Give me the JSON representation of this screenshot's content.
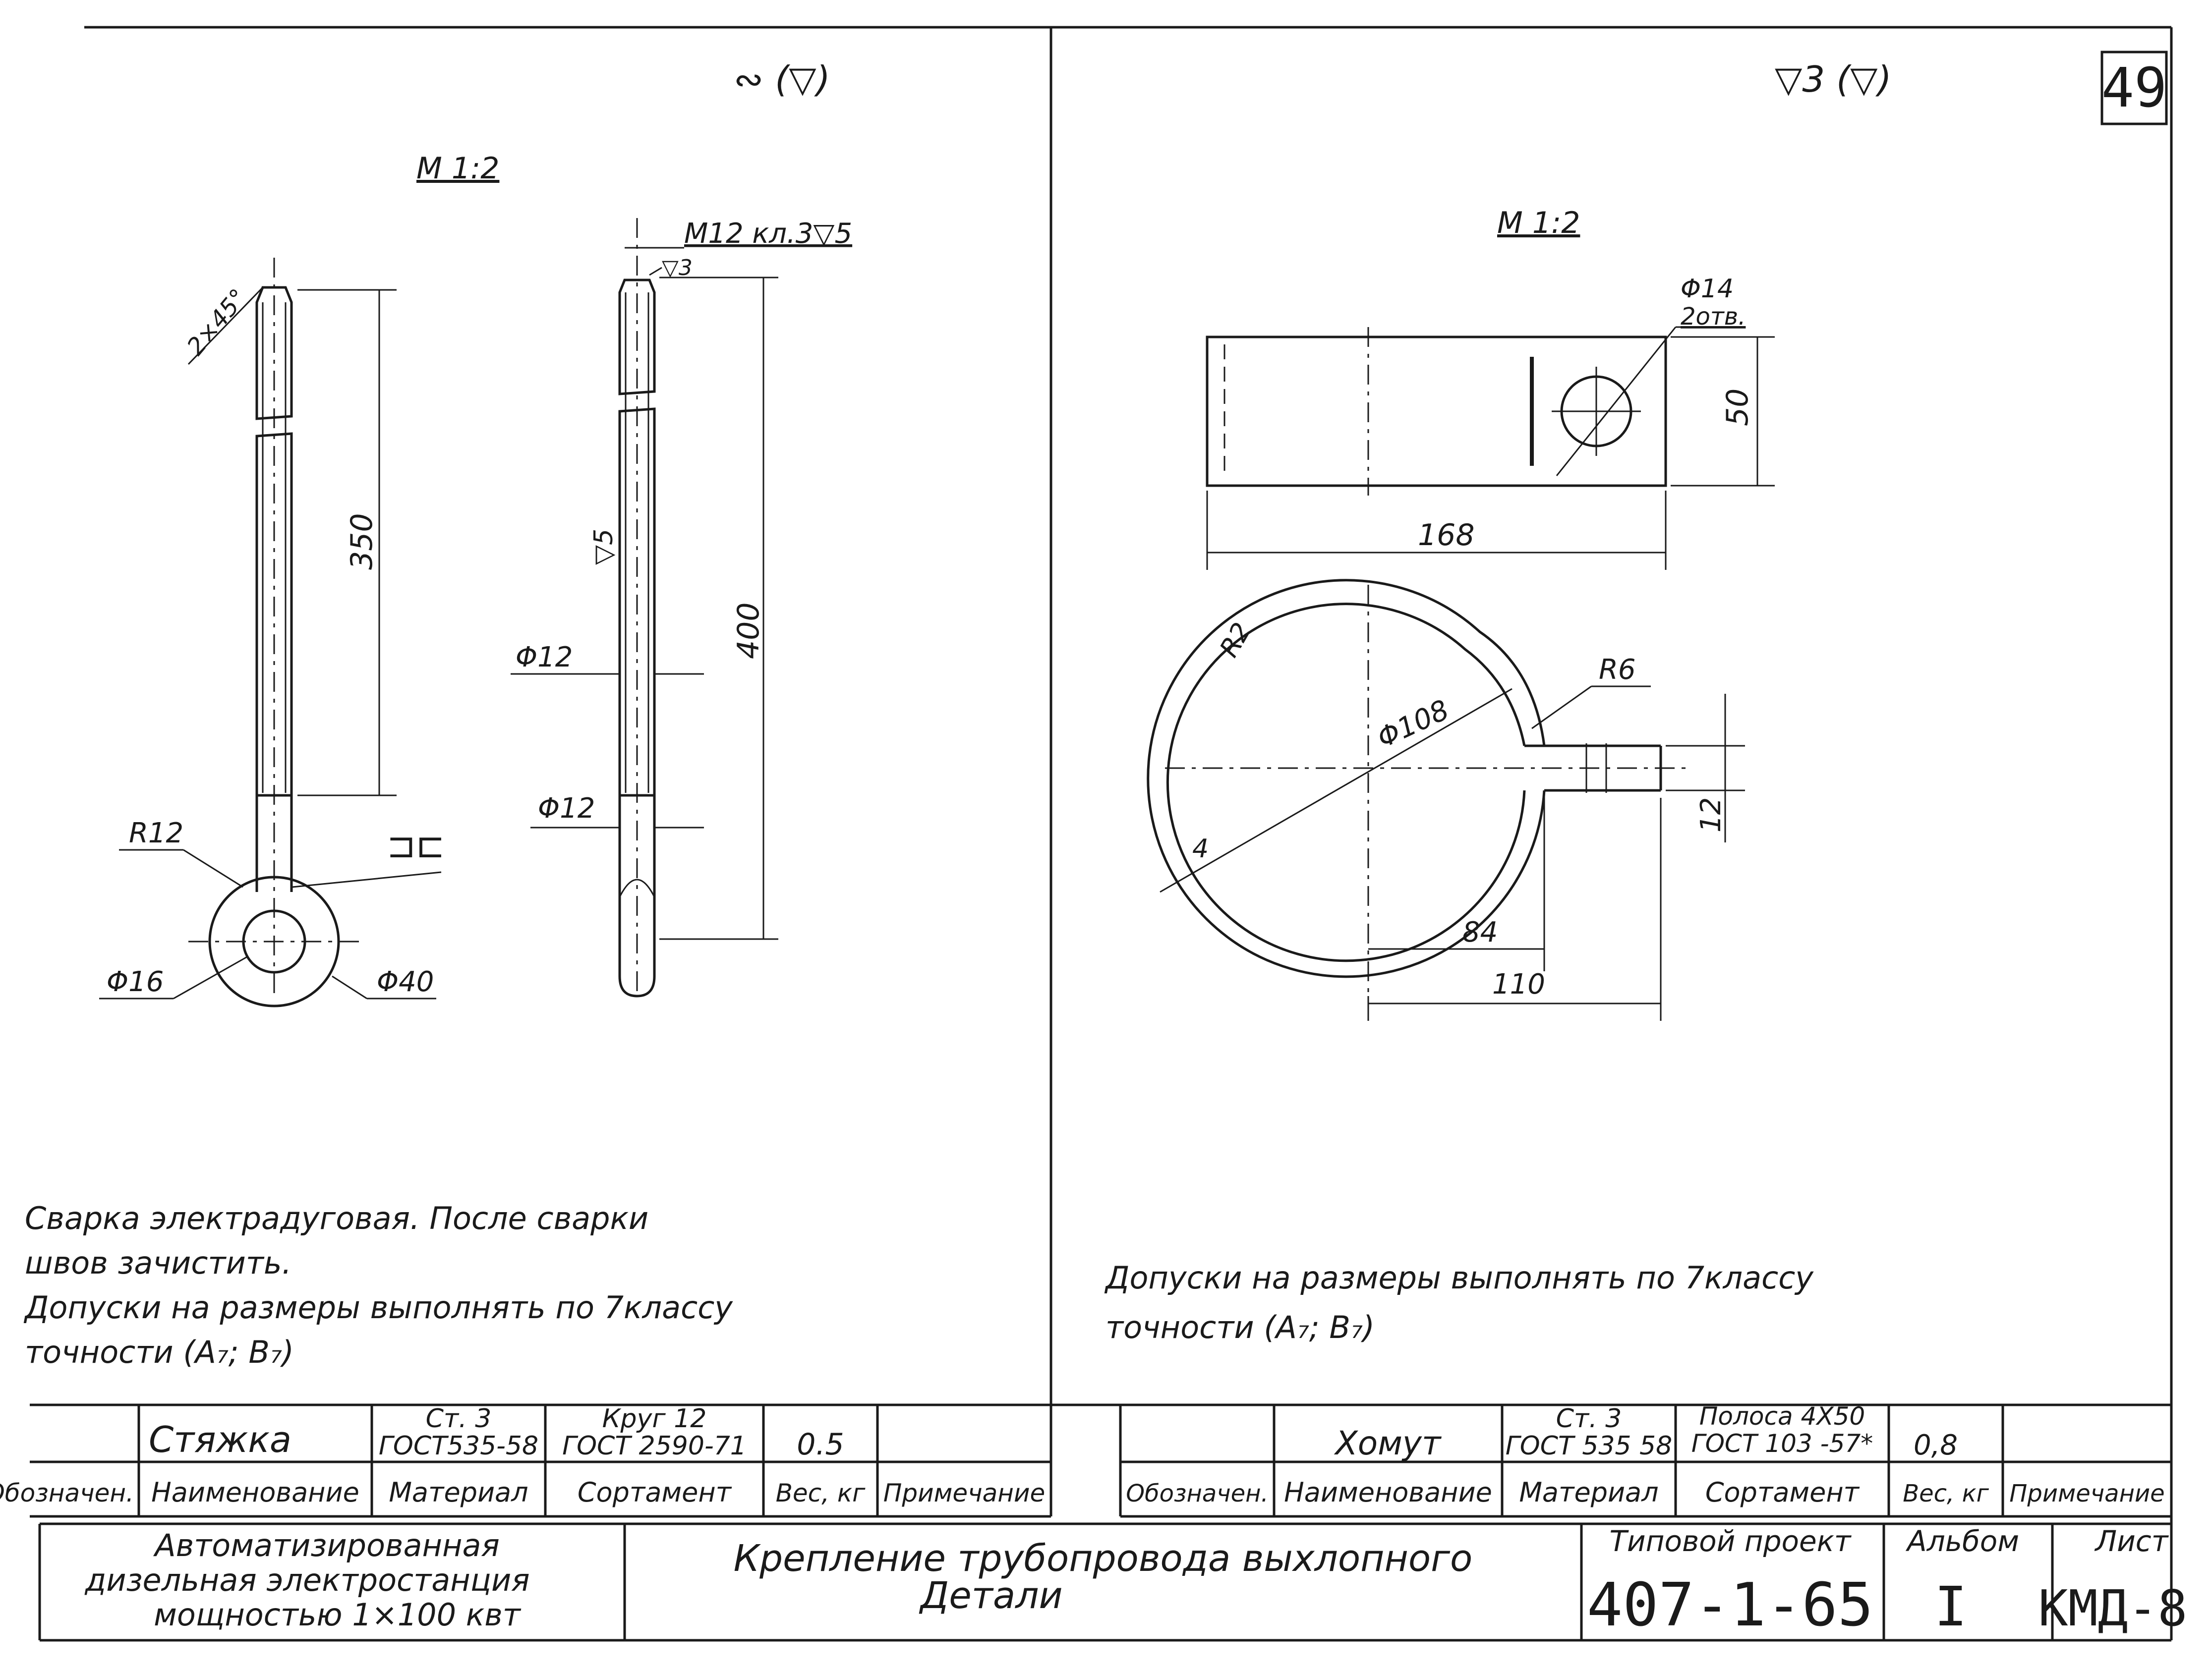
{
  "sheet_number": "49",
  "left_drawing": {
    "surface_mark": "∾ (▽)",
    "scale": "М 1:2",
    "dims": {
      "chamfer": "2×45°",
      "len350": "350",
      "thread": "М12 кл.3▽5",
      "tri3": "▽3",
      "tri5": "▽5",
      "len400": "400",
      "d12a": "Φ12",
      "d12b": "Φ12",
      "r12": "R12",
      "d16": "Φ16",
      "d40": "Φ40",
      "weld": "⊐⊏"
    },
    "notes": [
      "Сварка электрадуговая. После сварки",
      "швов зачистить.",
      "Допуски на размеры выполнять по 7классу",
      "точности (А₇; В₇)"
    ],
    "spec_row": {
      "name": "Стяжка",
      "material_1": "Ст. 3",
      "material_2": "ГОСТ535-58",
      "sortament_1": "Круг 12",
      "sortament_2": "ГОСТ 2590-71",
      "weight": "0.5",
      "note": ""
    }
  },
  "right_drawing": {
    "surface_mark": "▽3 (▽)",
    "scale": "М 1:2",
    "dims": {
      "hole": "Φ14",
      "holes_count": "2отв.",
      "w50": "50",
      "l168": "168",
      "d108": "Φ108",
      "r6": "R6",
      "r2": "R2",
      "t4": "4",
      "g12": "12",
      "l84": "84",
      "l110": "110"
    },
    "notes": [
      "Допуски на размеры выполнять по 7классу",
      "точности (А₇; В₇)"
    ],
    "spec_row": {
      "name": "Хомут",
      "material_1": "Ст. 3",
      "material_2": "ГОСТ 535 58",
      "sortament_1": "Полоса 4Х50",
      "sortament_2": "ГОСТ 103 -57*",
      "weight": "0,8",
      "note": ""
    }
  },
  "spec_headers": {
    "designation": "Обозначен.",
    "name": "Наименование",
    "material": "Материал",
    "sortament": "Сортамент",
    "weight": "Вес, кг",
    "note": "Примечание"
  },
  "title_block": {
    "object_1": "Автоматизированная",
    "object_2": "дизельная электростанция",
    "object_3": "мощностью 1×100 квт",
    "title_1": "Крепление трубопровода выхлопного",
    "title_2": "Детали",
    "project_label": "Типовой проект",
    "project_value": "407-1-65",
    "album_label": "Альбом",
    "album_value": "I",
    "sheet_label": "Лист",
    "sheet_value": "КМД-8"
  }
}
